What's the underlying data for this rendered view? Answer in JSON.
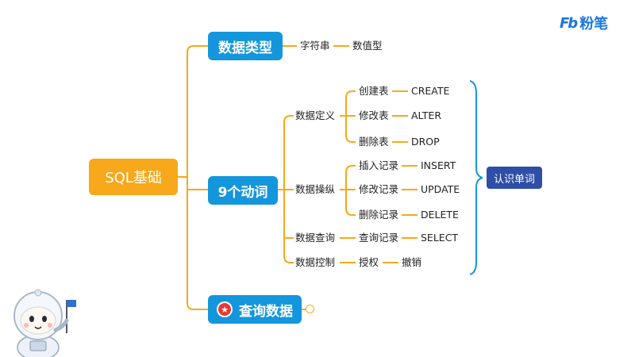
{
  "logo": {
    "mark": "Fb",
    "text": "粉笔"
  },
  "root": {
    "label": "SQL基础"
  },
  "branches": {
    "data_types": {
      "label": "数据类型",
      "items": [
        "字符串",
        "数值型"
      ]
    },
    "verbs": {
      "label": "9个动词",
      "groups": [
        {
          "label": "数据定义",
          "items": [
            {
              "cn": "创建表",
              "en": "CREATE"
            },
            {
              "cn": "修改表",
              "en": "ALTER"
            },
            {
              "cn": "删除表",
              "en": "DROP"
            }
          ]
        },
        {
          "label": "数据操纵",
          "items": [
            {
              "cn": "插入记录",
              "en": "INSERT"
            },
            {
              "cn": "修改记录",
              "en": "UPDATE"
            },
            {
              "cn": "删除记录",
              "en": "DELETE"
            }
          ]
        },
        {
          "label": "数据查询",
          "items": [
            {
              "cn": "查询记录",
              "en": "SELECT"
            }
          ]
        },
        {
          "label": "数据控制",
          "items": [
            {
              "cn": "授权",
              "en": "撤销"
            }
          ]
        }
      ]
    },
    "query": {
      "label": "查询数据",
      "badge_icon": "star-icon"
    }
  },
  "bracket_tag": {
    "label": "认识单词"
  },
  "colors": {
    "root": "#f7a81b",
    "branch": "#1496dc",
    "connector": "#f7a81b",
    "tag": "#2f4ea8",
    "bracket": "#1496dc"
  }
}
